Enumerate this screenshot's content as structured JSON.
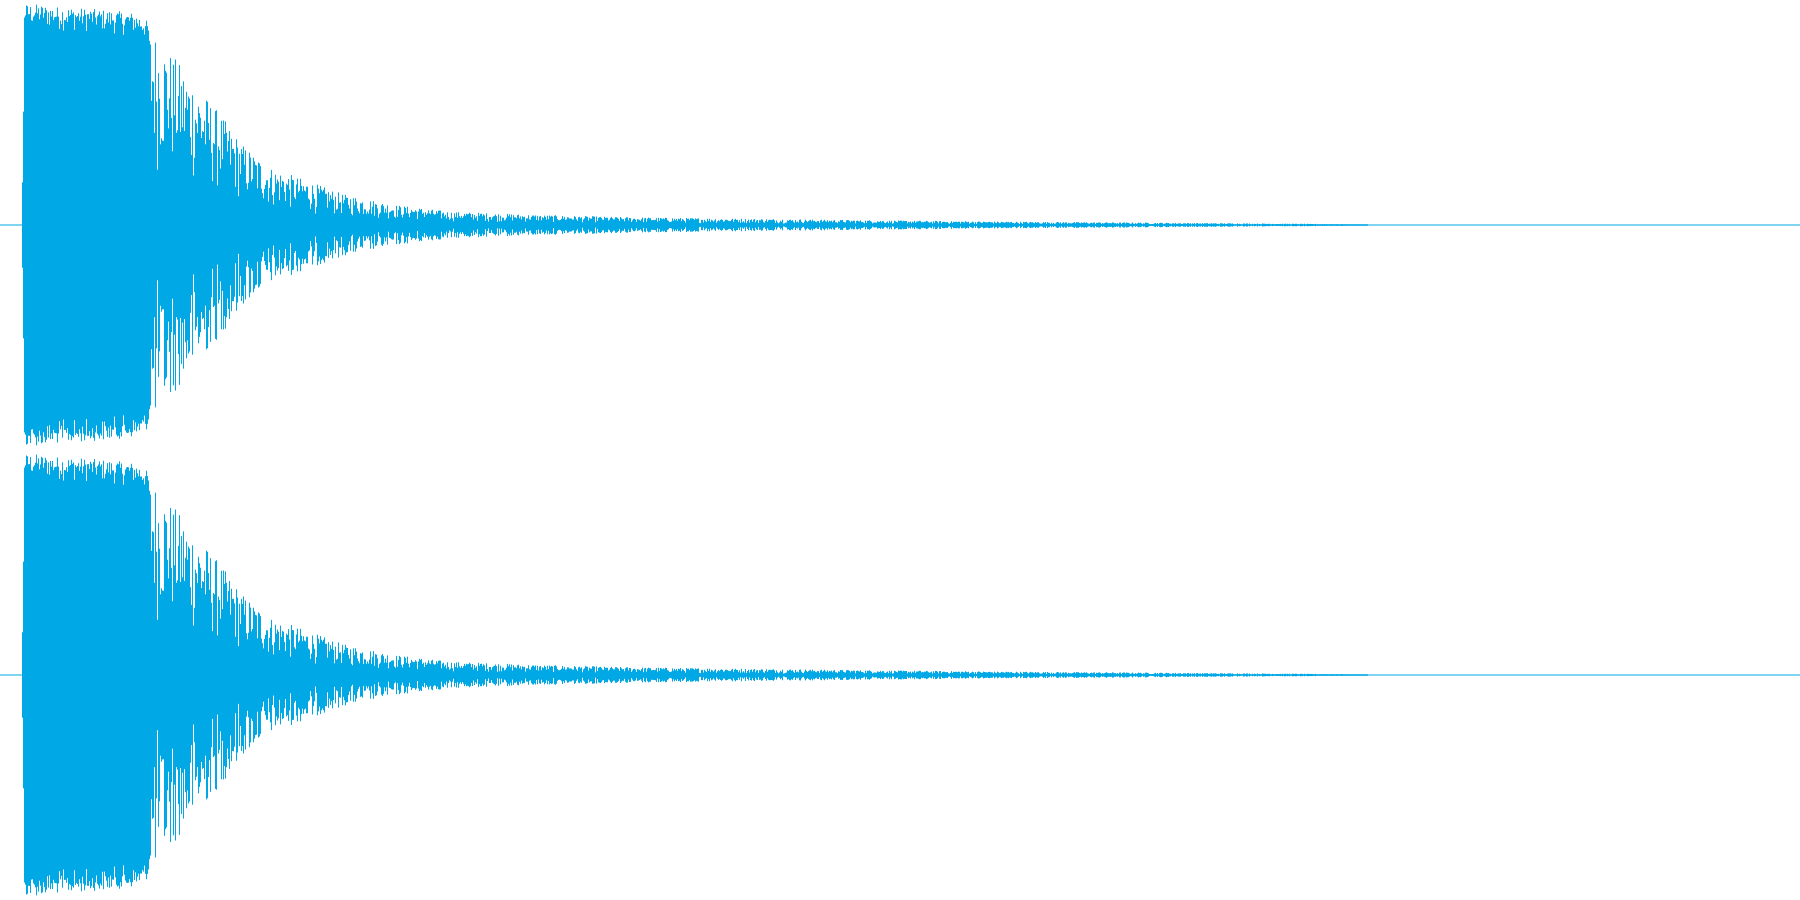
{
  "chart_data": {
    "type": "area",
    "title": "",
    "xlabel": "",
    "ylabel": "",
    "grid": false,
    "legend": "none",
    "ylim": [
      -1,
      1
    ],
    "xlim": [
      0,
      1
    ],
    "color": "#00a8e6",
    "series": [
      {
        "x": [
          0.0,
          0.012,
          0.013,
          0.02,
          0.03,
          0.05,
          0.065,
          0.075,
          0.08,
          0.09,
          0.1,
          0.11,
          0.12,
          0.135,
          0.15,
          0.17,
          0.19,
          0.22,
          0.25,
          0.3,
          0.35,
          0.4,
          0.45,
          0.5,
          0.55,
          0.6,
          0.65,
          0.7,
          0.745,
          0.76,
          1.0
        ],
        "values": [
          0.0,
          0.0,
          0.99,
          0.99,
          0.98,
          0.97,
          0.96,
          0.95,
          0.93,
          0.82,
          0.72,
          0.62,
          0.52,
          0.36,
          0.26,
          0.2,
          0.14,
          0.09,
          0.06,
          0.045,
          0.035,
          0.03,
          0.025,
          0.02,
          0.016,
          0.013,
          0.01,
          0.007,
          0.004,
          0.0,
          0.0
        ]
      },
      {
        "x": [
          0.0,
          0.012,
          0.013,
          0.02,
          0.03,
          0.05,
          0.065,
          0.075,
          0.08,
          0.09,
          0.1,
          0.11,
          0.12,
          0.135,
          0.15,
          0.17,
          0.19,
          0.22,
          0.25,
          0.3,
          0.35,
          0.4,
          0.45,
          0.5,
          0.55,
          0.6,
          0.65,
          0.7,
          0.745,
          0.76,
          1.0
        ],
        "values": [
          0.0,
          0.0,
          0.99,
          0.99,
          0.98,
          0.97,
          0.96,
          0.95,
          0.93,
          0.82,
          0.72,
          0.62,
          0.52,
          0.36,
          0.26,
          0.2,
          0.14,
          0.09,
          0.06,
          0.045,
          0.035,
          0.03,
          0.025,
          0.02,
          0.016,
          0.013,
          0.01,
          0.007,
          0.004,
          0.0,
          0.0
        ]
      }
    ]
  }
}
